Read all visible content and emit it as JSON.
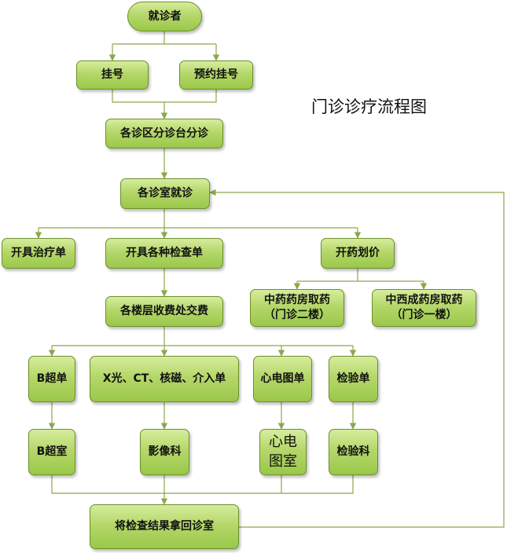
{
  "title": "门诊诊疗流程图",
  "nodes": {
    "patient": "就诊者",
    "register": "挂号",
    "appointment": "预约挂号",
    "triage": "各诊区分诊台分诊",
    "consult_room": "各诊室就诊",
    "treatment_order": "开具治疗单",
    "exam_orders": "开具各种检查单",
    "prescription_pricing": "开药划价",
    "pharmacy_tcm": "中药药房取药\n（门诊二楼）",
    "pharmacy_western": "中西成药房取药\n（门诊一楼）",
    "payment": "各楼层收费处交费",
    "b_ultrasound_order": "B超单",
    "imaging_order": "X光、CT、核磁、介入单",
    "ecg_order": "心电图单",
    "lab_order": "检验单",
    "b_ultrasound_room": "B超室",
    "imaging_dept": "影像科",
    "ecg_room": "心电\n图室",
    "lab_dept": "检验科",
    "return_results": "将检查结果拿回诊室"
  },
  "colors": {
    "node_fill_top": "#d6ed9c",
    "node_fill_bottom": "#9ac84a",
    "node_border": "#6d8f2c",
    "connector": "#8aa84a"
  }
}
